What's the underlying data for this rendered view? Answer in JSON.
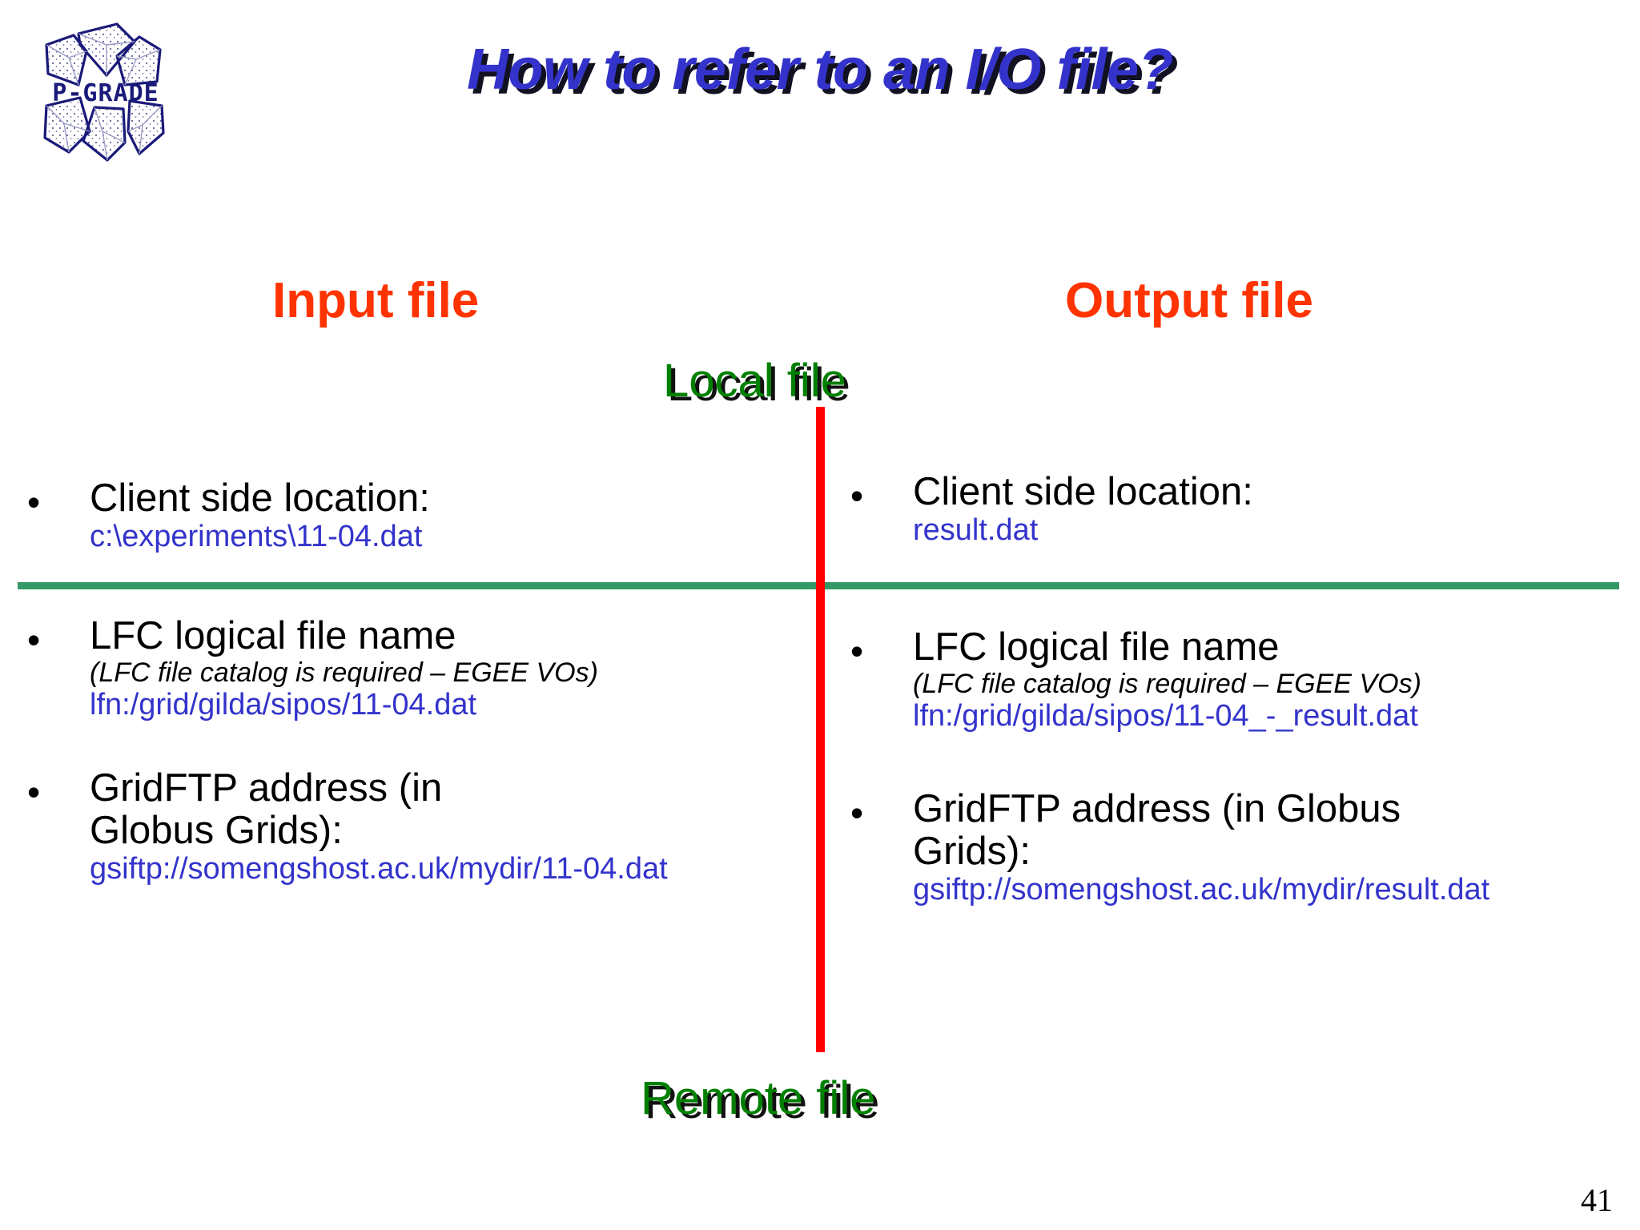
{
  "slide": {
    "title": "How to refer to an I/O file?",
    "page_number": "41",
    "logo_text": "P-GRADE"
  },
  "zones": {
    "local_label": "Local file",
    "remote_label": "Remote file"
  },
  "columns": {
    "input": {
      "heading": "Input file",
      "items": [
        {
          "title": "Client side location:",
          "note": null,
          "path": "c:\\experiments\\11-04.dat"
        },
        {
          "title": "LFC logical file name",
          "note": "(LFC file catalog is required – EGEE VOs)",
          "path": "lfn:/grid/gilda/sipos/11-04.dat"
        },
        {
          "title": "GridFTP address (in Globus Grids):",
          "note": null,
          "path": "gsiftp://somengshost.ac.uk/mydir/11-04.dat"
        }
      ]
    },
    "output": {
      "heading": "Output file",
      "items": [
        {
          "title": "Client side location:",
          "note": null,
          "path": "result.dat"
        },
        {
          "title": "LFC logical file name",
          "note": "(LFC file catalog is required – EGEE VOs)",
          "path": "lfn:/grid/gilda/sipos/11-04_-_result.dat"
        },
        {
          "title": "GridFTP address (in Globus Grids):",
          "note": null,
          "path": "gsiftp://somengshost.ac.uk/mydir/result.dat"
        }
      ]
    }
  },
  "bullet_glyph": "•",
  "colors": {
    "title": "#3333cc",
    "heading": "#ff3300",
    "zone_label": "#008000",
    "path": "#3333cc",
    "divider_horizontal": "#349966",
    "divider_vertical": "#fe0000",
    "logo": "#1a1a7a",
    "background": "#ffffff"
  }
}
